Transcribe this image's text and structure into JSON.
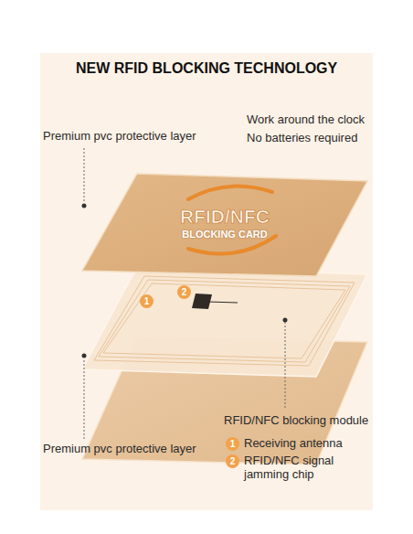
{
  "diagram": {
    "title": "NEW RFID BLOCKING TECHNOLOGY",
    "nodes": [
      {
        "text": [
          "RFID/NFC",
          "BLOCKING CARD"
        ]
      }
    ],
    "labels": [
      "Work around the clock",
      "No batteries required",
      "Premium pvc protective layer",
      "1",
      "2",
      "RFID/NFC blocking module",
      "1",
      "2",
      "Premium pvc protective layer"
    ],
    "legend": [
      {
        "text": "Receiving antenna"
      },
      {
        "text": "RFID/NFC signal jamming chip"
      }
    ]
  }
}
